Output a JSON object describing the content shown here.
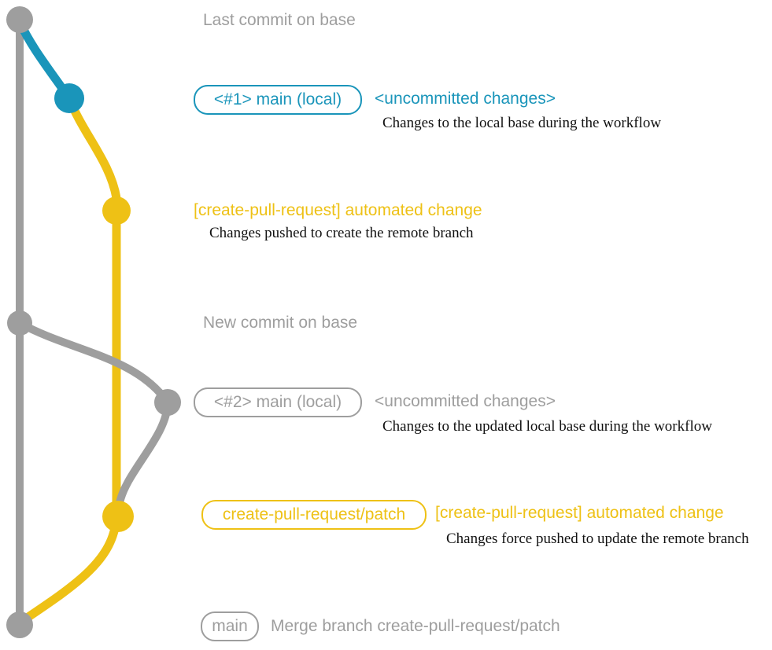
{
  "colors": {
    "gray": "#9e9e9e",
    "teal": "#1a95ba",
    "yellow": "#eec115",
    "ink": "#111111",
    "background": "#ffffff"
  },
  "graph": {
    "branches": [
      {
        "name": "base",
        "color": "#9e9e9e"
      },
      {
        "name": "main-local",
        "color": "#1a95ba"
      },
      {
        "name": "create-pull-request-patch",
        "color": "#eec115"
      }
    ],
    "commit_count": 7
  },
  "annotations": {
    "row1": {
      "text": "Last commit on base"
    },
    "row2": {
      "branch_box": "<#1> main (local)",
      "status": "<uncommitted changes>",
      "note": "Changes to the local base during the workflow"
    },
    "row3": {
      "message": "[create-pull-request] automated change",
      "note": "Changes pushed to create the remote branch"
    },
    "row4": {
      "text": "New commit on base"
    },
    "row5": {
      "branch_box": "<#2> main (local)",
      "status": "<uncommitted changes>",
      "note": "Changes to the updated local base during the workflow"
    },
    "row6": {
      "branch_box": "create-pull-request/patch",
      "message": "[create-pull-request] automated change",
      "note": "Changes force pushed to update the remote branch"
    },
    "row7": {
      "branch_box": "main",
      "message": "Merge branch create-pull-request/patch"
    }
  }
}
